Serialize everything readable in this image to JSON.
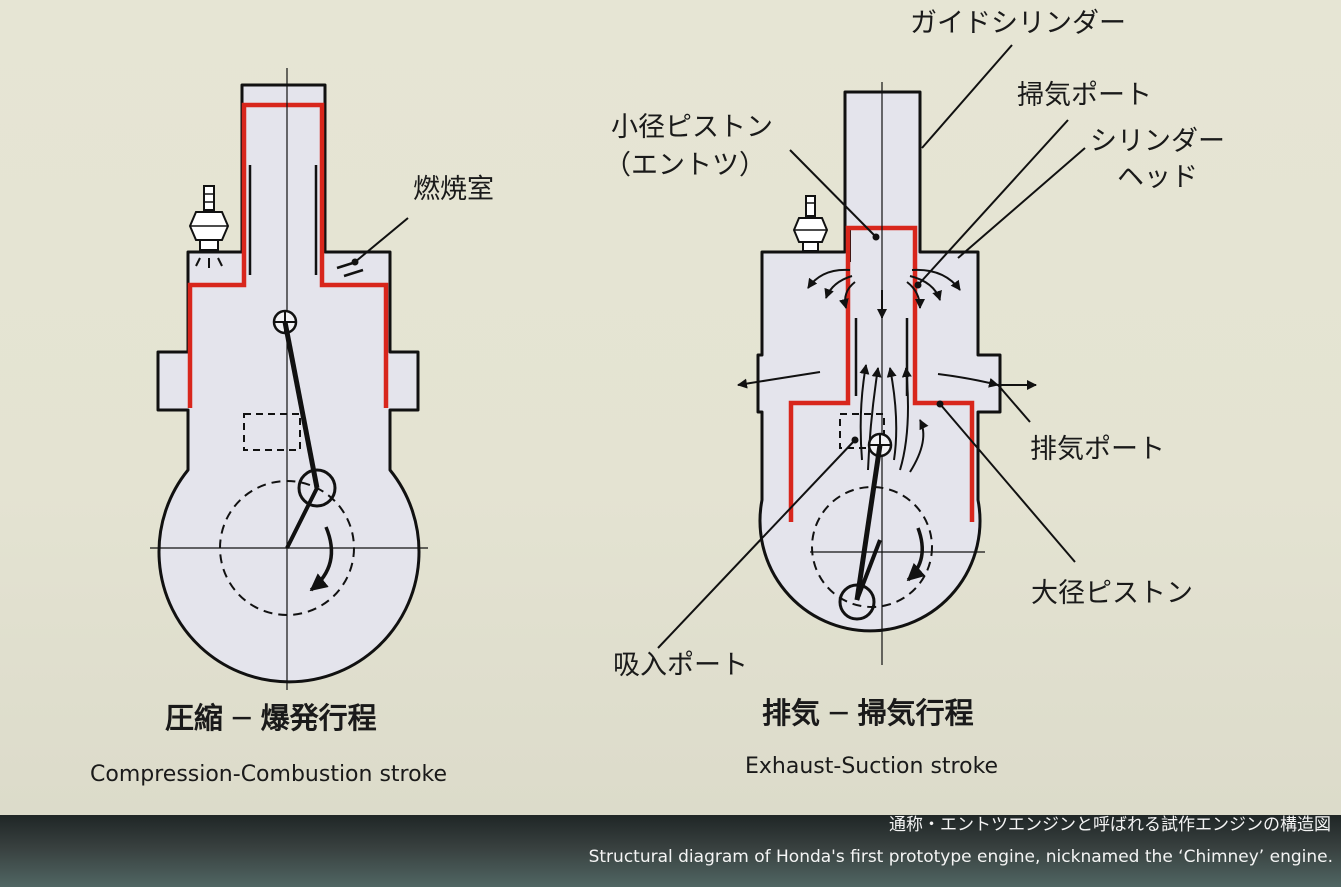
{
  "left": {
    "label_combustion_chamber": "燃焼室",
    "title_jp": "圧縮 ─ 爆発行程",
    "title_en": "Compression-Combustion stroke"
  },
  "right": {
    "label_guide_cylinder": "ガイドシリンダー",
    "label_scavenging_port": "掃気ポート",
    "label_cylinder_head_line1": "シリンダー",
    "label_cylinder_head_line2": "ヘッド",
    "label_small_piston_line1": "小径ピストン",
    "label_small_piston_line2": "（エントツ）",
    "label_exhaust_port": "排気ポート",
    "label_large_piston": "大径ピストン",
    "label_intake_port": "吸入ポート",
    "title_jp": "排気 ─ 掃気行程",
    "title_en": "Exhaust-Suction stroke"
  },
  "caption": {
    "jp": "通称・エントツエンジンと呼ばれる試作エンジンの構造図",
    "en": "Structural diagram of Honda's first prototype engine, nicknamed the ‘Chimney’ engine."
  },
  "colors": {
    "panel": "#e5e4d3",
    "engine_fill": "#e4e4ec",
    "outline": "#111111",
    "piston_red": "#d8261c"
  }
}
